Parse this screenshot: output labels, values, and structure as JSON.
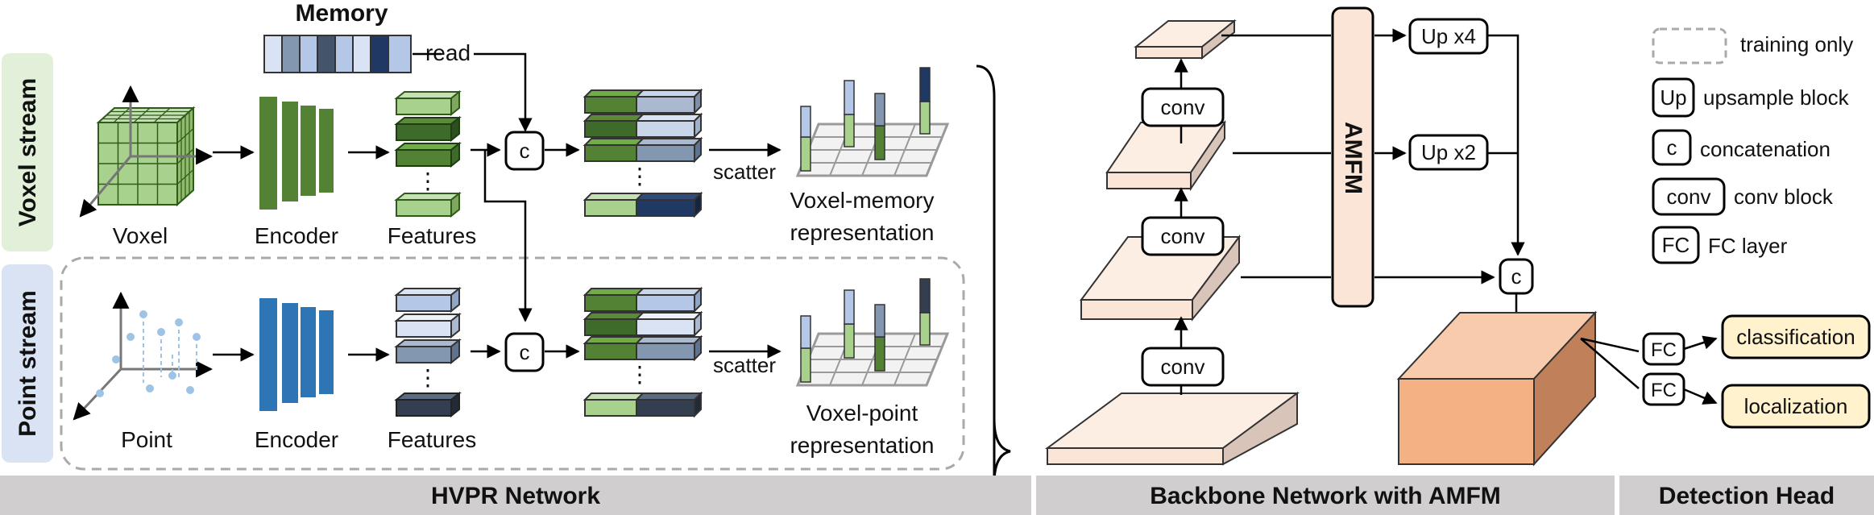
{
  "memory": {
    "title": "Memory",
    "read_label": "read"
  },
  "streams": {
    "voxel": "Voxel stream",
    "point": "Point stream"
  },
  "voxel_row": {
    "input": "Voxel",
    "encoder": "Encoder",
    "features": "Features",
    "concat": "c",
    "scatter": "scatter",
    "output_line1": "Voxel-memory",
    "output_line2": "representation"
  },
  "point_row": {
    "input": "Point",
    "encoder": "Encoder",
    "features": "Features",
    "concat": "c",
    "scatter": "scatter",
    "output_line1": "Voxel-point",
    "output_line2": "representation"
  },
  "dots": "⋮",
  "backbone": {
    "conv_labels": [
      "conv",
      "conv",
      "conv"
    ],
    "amfm": "AMFM",
    "up4": "Up x4",
    "up2": "Up x2",
    "concat": "c"
  },
  "head": {
    "fc_labels": [
      "FC",
      "FC"
    ],
    "classification": "classification",
    "localization": "localization"
  },
  "legend": [
    {
      "key": "",
      "text": "training only"
    },
    {
      "key": "Up",
      "text": "upsample block"
    },
    {
      "key": "c",
      "text": "concatenation"
    },
    {
      "key": "conv",
      "text": "conv block"
    },
    {
      "key": "FC",
      "text": "FC layer"
    }
  ],
  "sections": [
    "HVPR Network",
    "Backbone Network with AMFM",
    "Detection Head"
  ],
  "colors": {
    "voxel_green": "#5a8a3a",
    "light_green": "#a9d18e",
    "dark_green": "#3f6b2a",
    "encoder_blue": "#2e75b6",
    "memory_navy": "#1f3864",
    "light_blue": "#b4c7e7",
    "feature_slate": "#8497b0",
    "backbone_peach": "#fbe5d6",
    "head_orange": "#f4b183",
    "output_yellow": "#fff2cc",
    "stream_green": "#e2f0d9",
    "stream_blue": "#dae3f3",
    "section_gray": "#d0cece"
  }
}
